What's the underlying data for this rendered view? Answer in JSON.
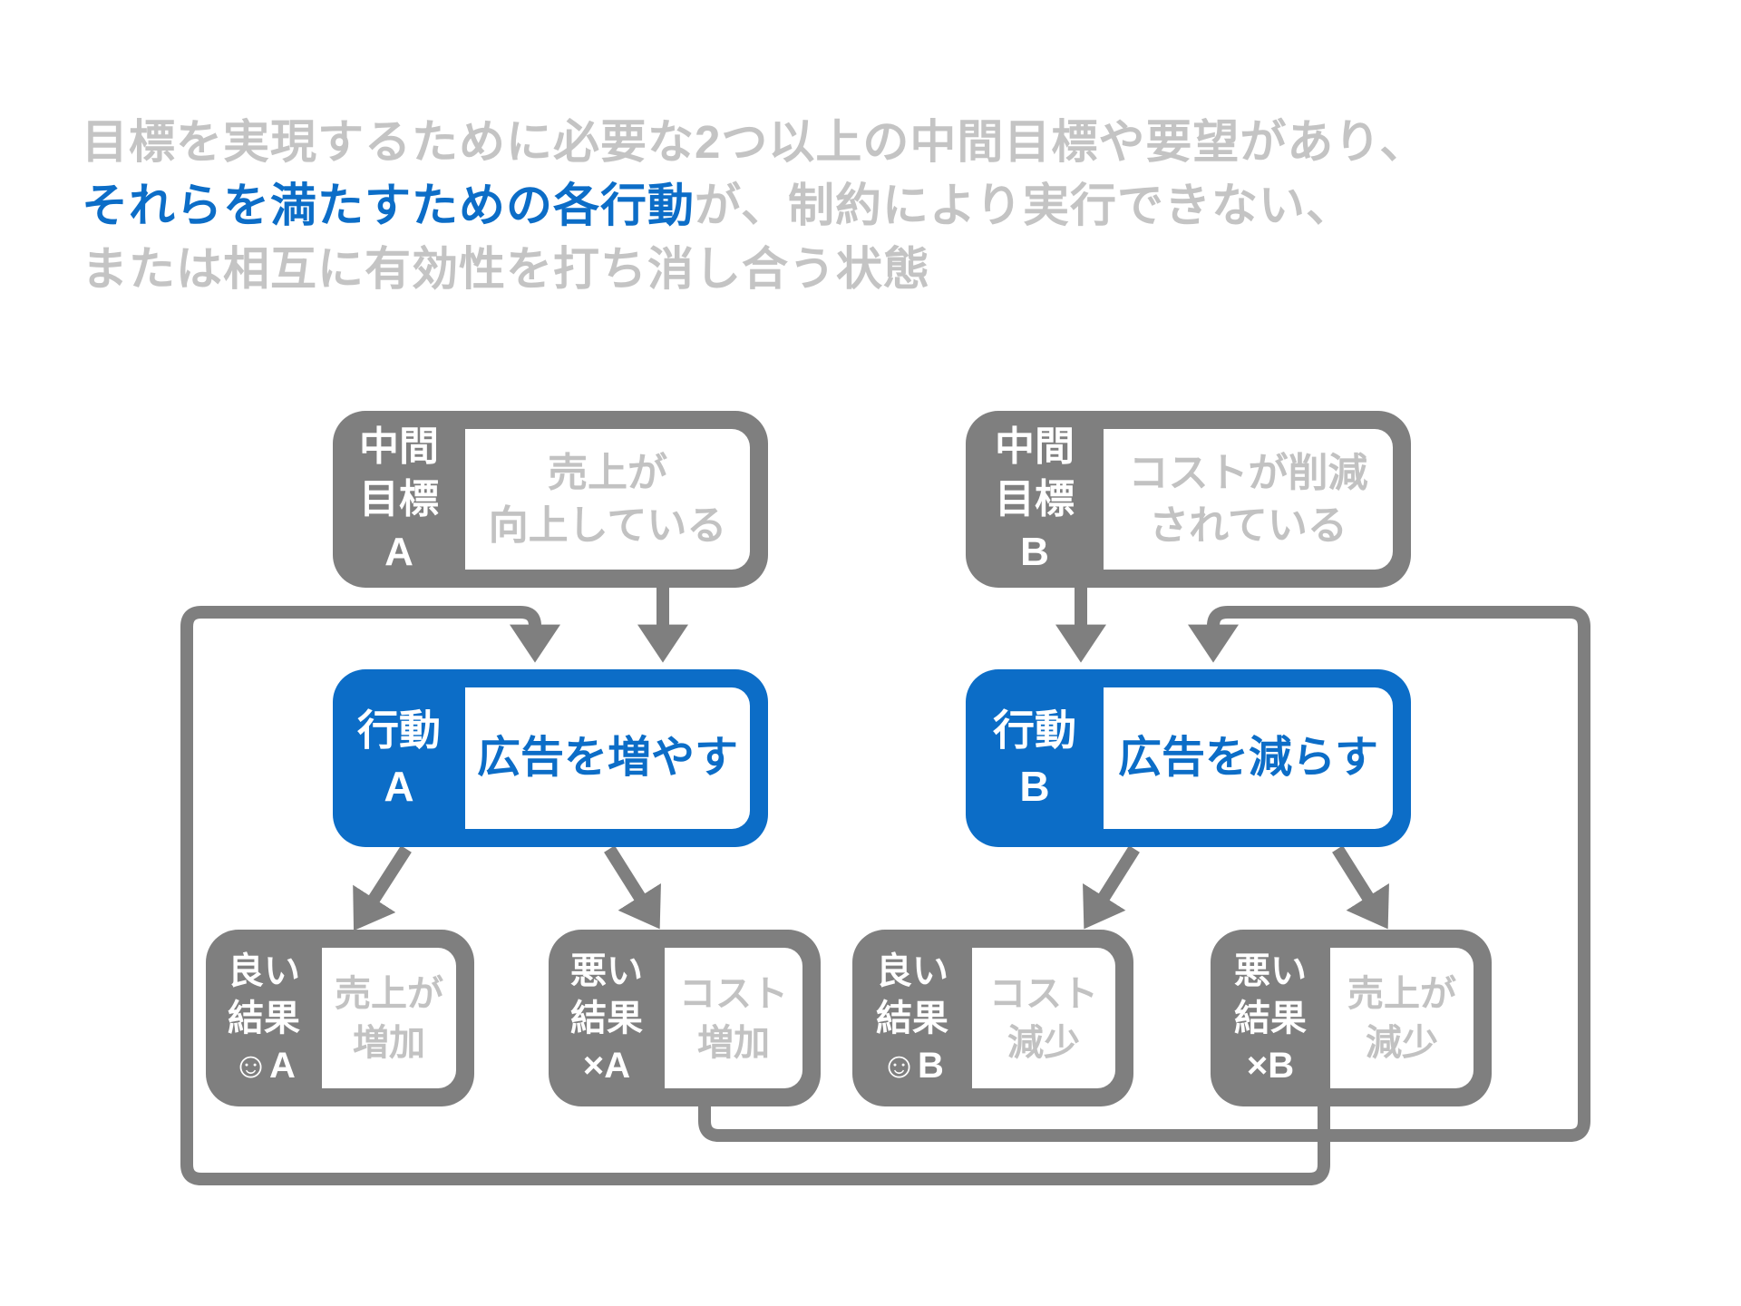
{
  "title": {
    "line1": "目標を実現するために必要な2つ以上の中間目標や要望があり、",
    "line2_highlight": "それらを満たすための各行動",
    "line2_rest": "が、制約により実行できない、",
    "line3": "または相互に有効性を打ち消し合う状態"
  },
  "colors": {
    "blue": "#0c6dc7",
    "gray": "#7f7f7f",
    "light-text": "#c2c2c2",
    "title-gray": "#c4c4c4"
  },
  "nodes": {
    "goalA": {
      "label": [
        "中間",
        "目標",
        "A"
      ],
      "body": [
        "売上が",
        "向上している"
      ]
    },
    "goalB": {
      "label": [
        "中間",
        "目標",
        "B"
      ],
      "body": [
        "コストが削減",
        "されている"
      ]
    },
    "actionA": {
      "label": [
        "行動",
        "A"
      ],
      "body": [
        "広告を増やす"
      ]
    },
    "actionB": {
      "label": [
        "行動",
        "B"
      ],
      "body": [
        "広告を減らす"
      ]
    },
    "goodA": {
      "label": [
        "良い",
        "結果",
        "☺A"
      ],
      "body": [
        "売上が",
        "増加"
      ]
    },
    "badA": {
      "label": [
        "悪い",
        "結果",
        "×A"
      ],
      "body": [
        "コスト",
        "増加"
      ]
    },
    "goodB": {
      "label": [
        "良い",
        "結果",
        "☺B"
      ],
      "body": [
        "コスト",
        "減少"
      ]
    },
    "badB": {
      "label": [
        "悪い",
        "結果",
        "×B"
      ],
      "body": [
        "売上が",
        "減少"
      ]
    }
  },
  "edges": [
    {
      "from": "goalA",
      "to": "actionA",
      "kind": "requires"
    },
    {
      "from": "goalB",
      "to": "actionB",
      "kind": "requires"
    },
    {
      "from": "actionA",
      "to": "goodA",
      "kind": "produces"
    },
    {
      "from": "actionA",
      "to": "badA",
      "kind": "produces"
    },
    {
      "from": "actionB",
      "to": "goodB",
      "kind": "produces"
    },
    {
      "from": "actionB",
      "to": "badB",
      "kind": "produces"
    },
    {
      "from": "badA",
      "to": "actionB",
      "kind": "feedback-loop"
    },
    {
      "from": "badB",
      "to": "actionA",
      "kind": "feedback-loop"
    }
  ]
}
